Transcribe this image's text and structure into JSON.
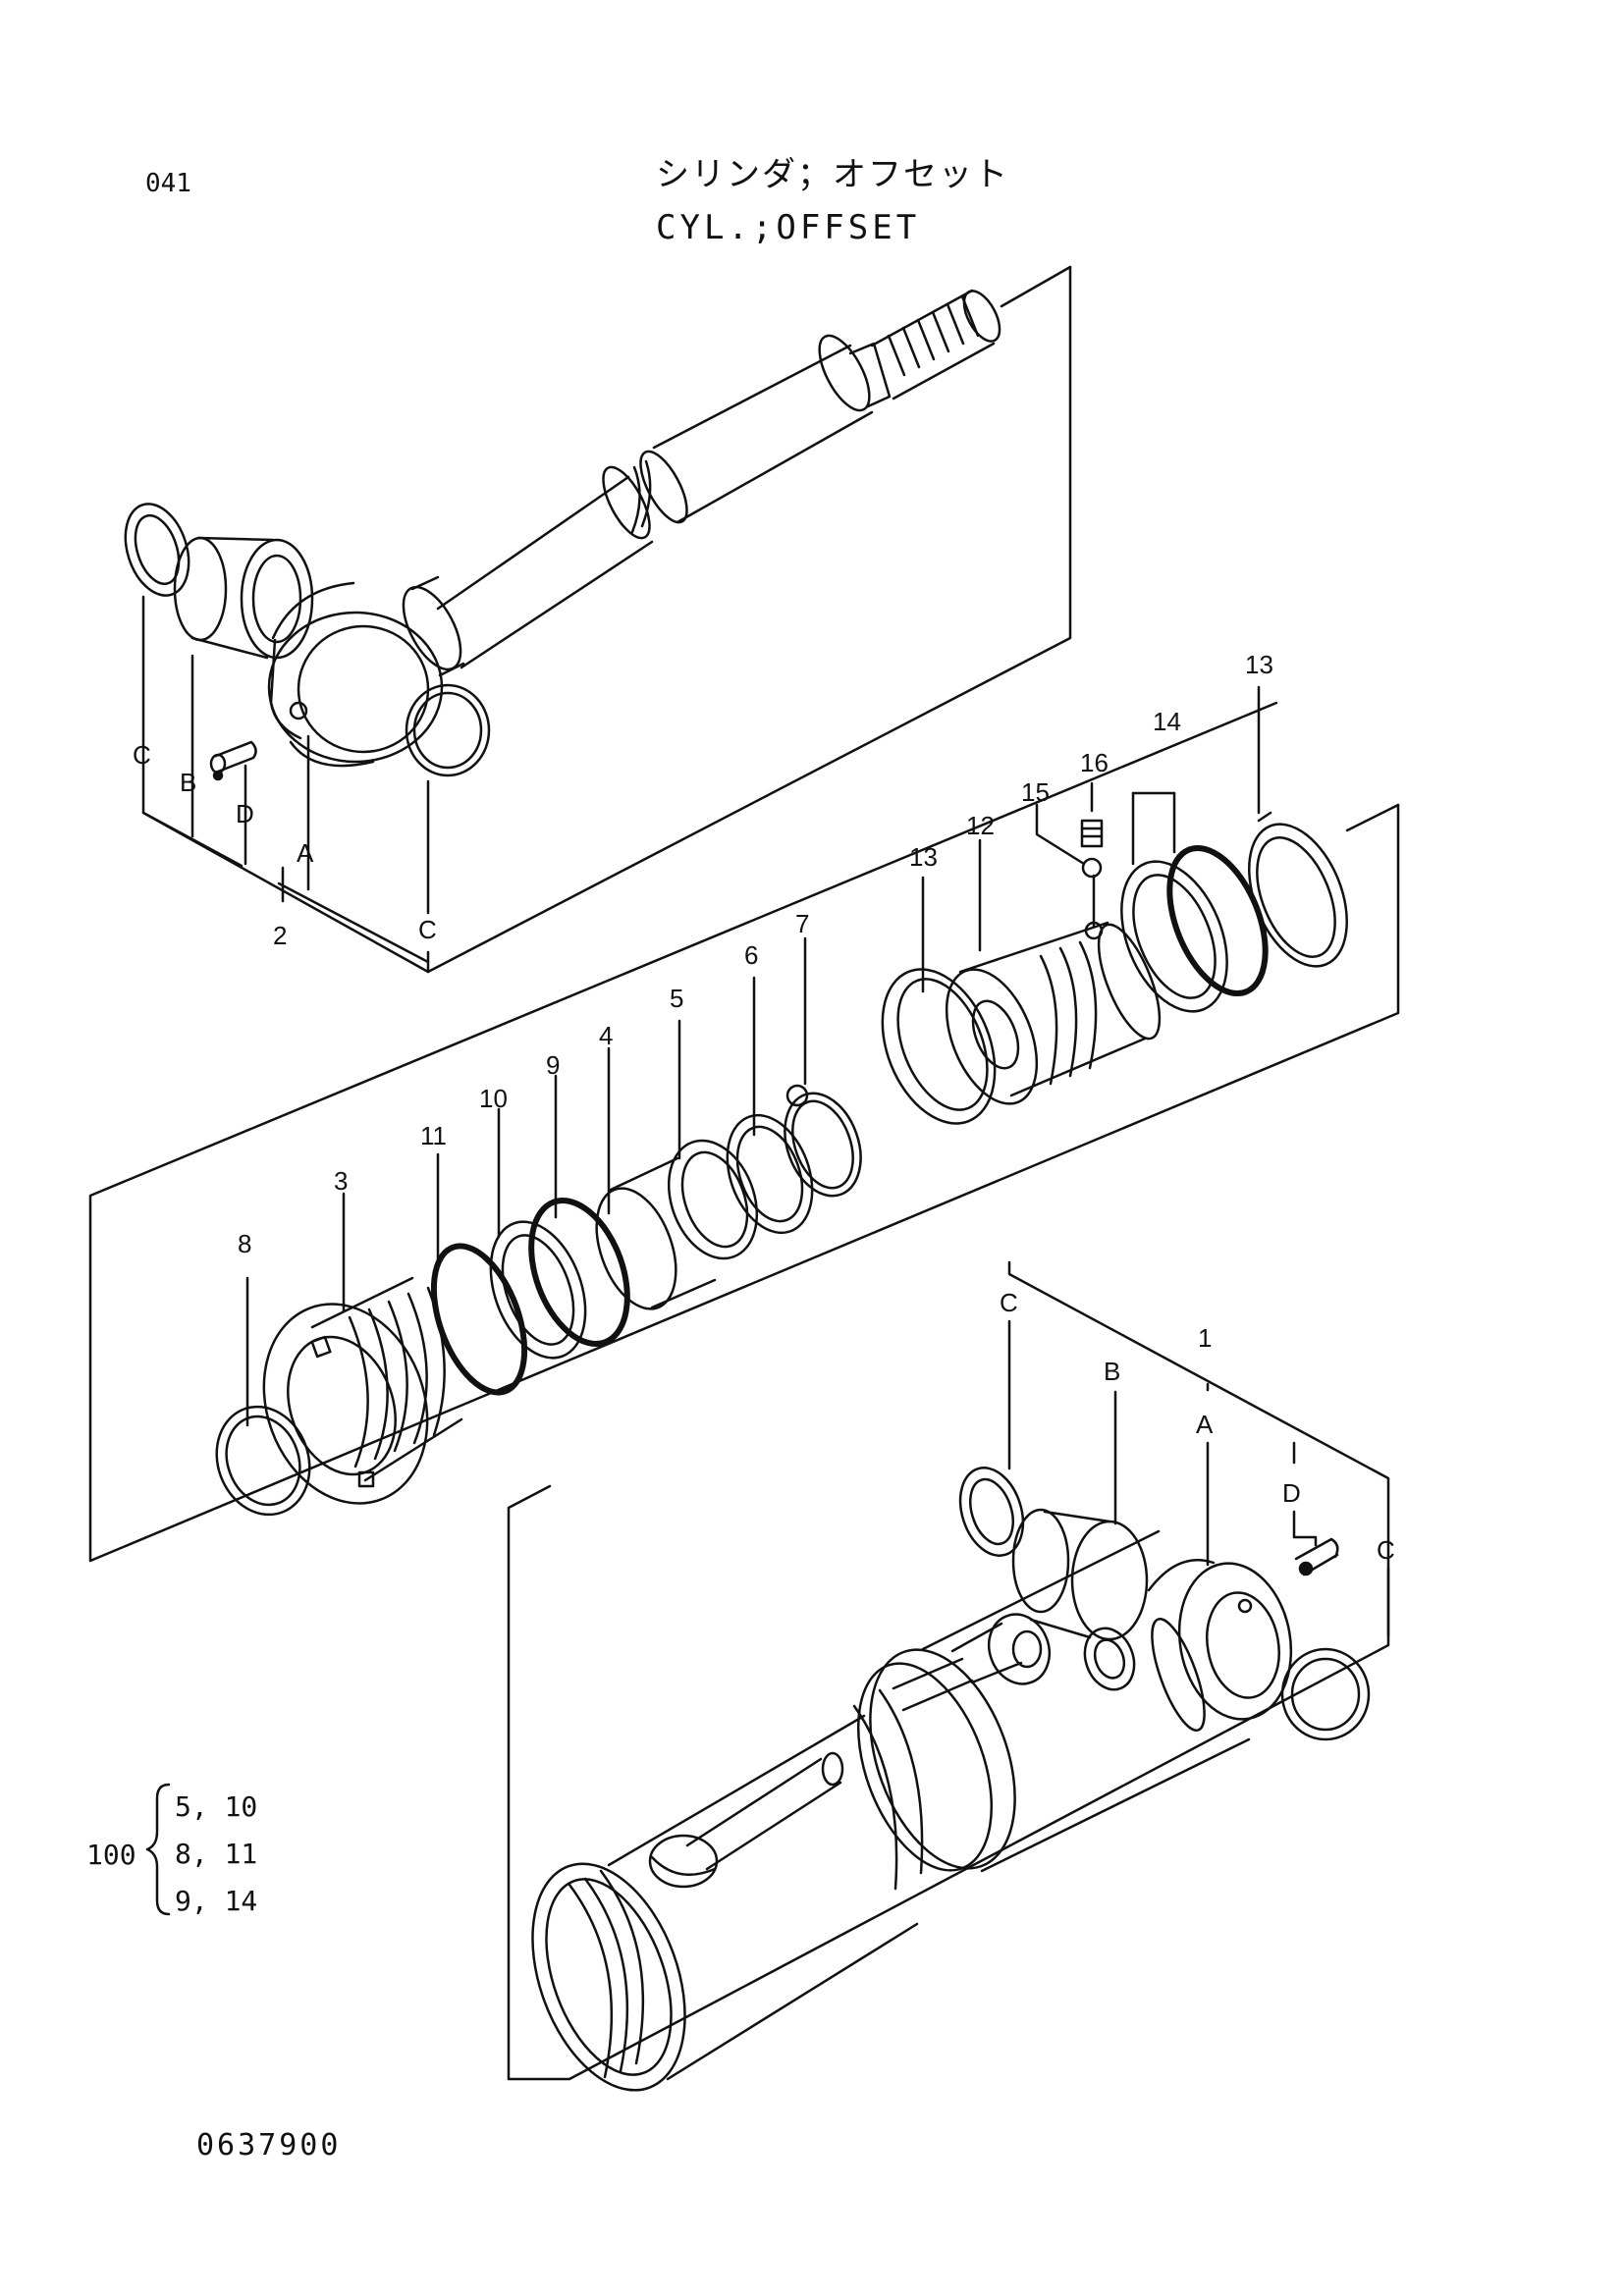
{
  "header": {
    "page_code": "041",
    "title_jp": "シリンダ；オフセット",
    "title_en": "CYL.;OFFSET"
  },
  "footer": {
    "drawing_number": "0637900"
  },
  "kit": {
    "code": "100",
    "lines": [
      "5, 10",
      "8, 11",
      "9, 14"
    ]
  },
  "callouts": {
    "rod_group": [
      "C",
      "B",
      "D",
      "A",
      "2",
      "C"
    ],
    "piston_group": [
      "13",
      "14",
      "16",
      "15",
      "12",
      "13"
    ],
    "gland_group": [
      "7",
      "6",
      "5",
      "4",
      "9",
      "10",
      "11",
      "3",
      "8"
    ],
    "tube_group": [
      "C",
      "B",
      "1",
      "A",
      "D",
      "C"
    ]
  }
}
